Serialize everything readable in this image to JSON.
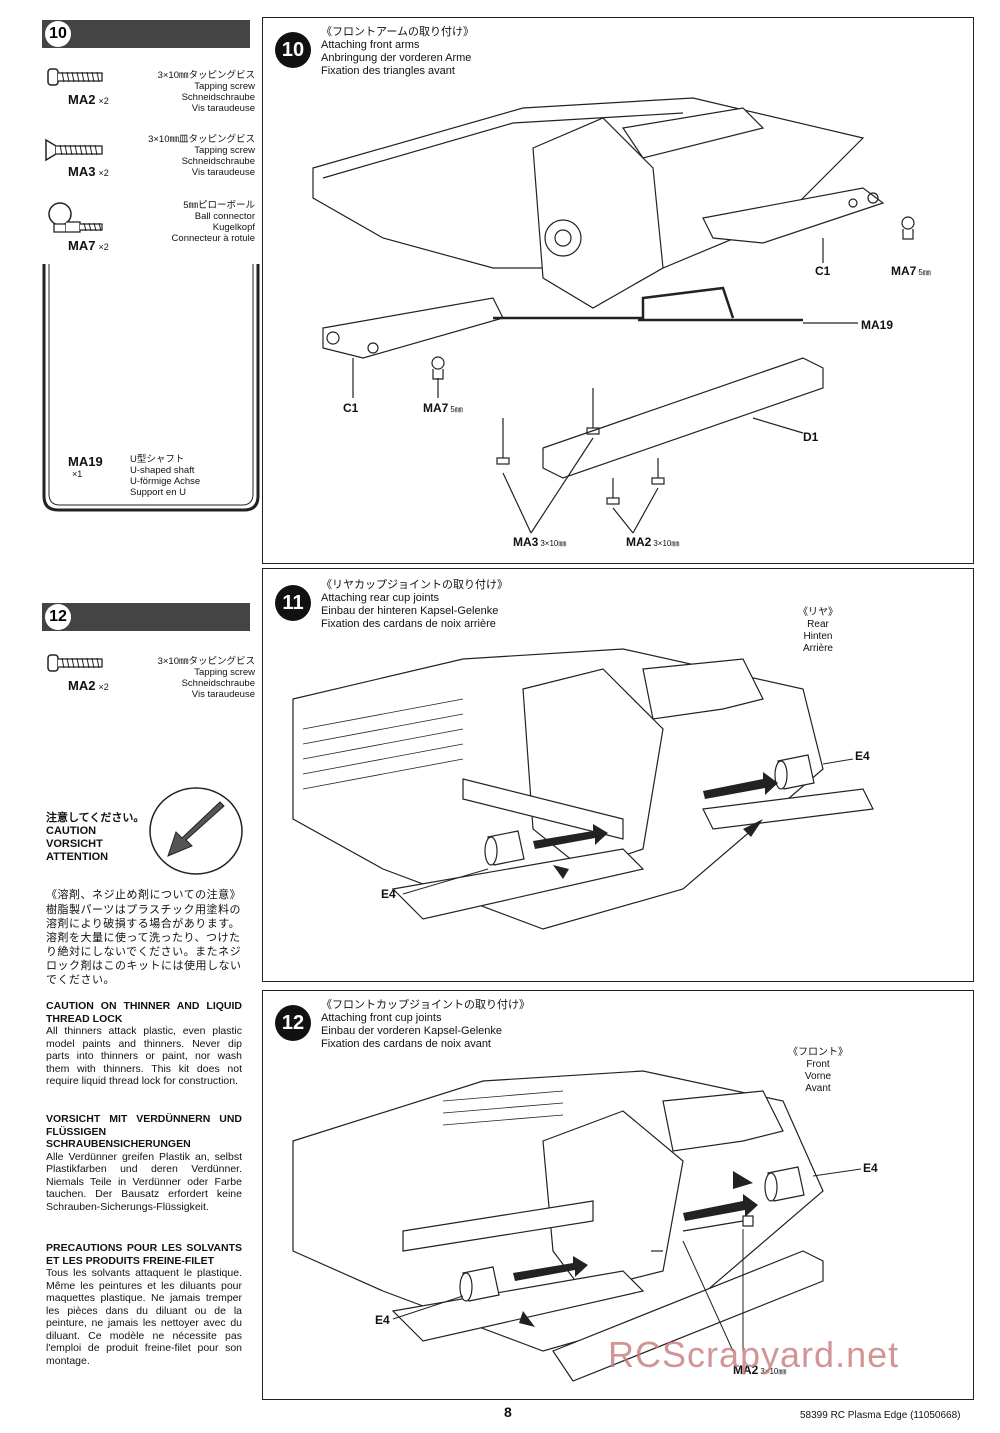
{
  "steps": {
    "s10": {
      "num": "10"
    },
    "s12": {
      "num": "12"
    }
  },
  "bag10": {
    "ma2": {
      "code": "MA2",
      "qty": "×2",
      "desc": [
        "3×10㎜タッピングビス",
        "Tapping screw",
        "Schneidschraube",
        "Vis taraudeuse"
      ]
    },
    "ma3": {
      "code": "MA3",
      "qty": "×2",
      "desc": [
        "3×10㎜皿タッピングビス",
        "Tapping screw",
        "Schneidschraube",
        "Vis taraudeuse"
      ]
    },
    "ma7": {
      "code": "MA7",
      "qty": "×2",
      "desc": [
        "5㎜ピローボール",
        "Ball connector",
        "Kugelkopf",
        "Connecteur à rotule"
      ]
    },
    "ma19": {
      "code": "MA19",
      "qty": "×1",
      "desc": [
        "U型シャフト",
        "U-shaped shaft",
        "U-förmige Achse",
        "Support en U"
      ]
    }
  },
  "bag12": {
    "ma2": {
      "code": "MA2",
      "qty": "×2",
      "desc": [
        "3×10㎜タッピングビス",
        "Tapping screw",
        "Schneidschraube",
        "Vis taraudeuse"
      ]
    }
  },
  "caution": {
    "header_jp": "注意してください。",
    "header_en": "CAUTION",
    "header_de": "VORSICHT",
    "header_fr": "ATTENTION",
    "jp_title": "《溶剤、ネジ止め剤についての注意》",
    "jp_body": "樹脂製パーツはプラスチック用塗料の溶剤により破損する場合があります。溶剤を大量に使って洗ったり、つけたり絶対にしないでください。またネジロック剤はこのキットには使用しないでください。",
    "en_title": "CAUTION ON THINNER AND LIQUID THREAD LOCK",
    "en_body": "All thinners attack plastic, even plastic model paints and thinners. Never dip parts into thinners or paint, nor wash them with thinners. This kit does not require liquid thread lock for construction.",
    "de_title": "VORSICHT MIT VERDÜNNERN UND FLÜSSIGEN SCHRAUBENSICHERUNGEN",
    "de_body": "Alle Verdünner greifen Plastik an, selbst Plastikfarben und deren Verdünner. Niemals Teile in Verdünner oder Farbe tauchen. Der Bausatz erfordert keine Schrauben-Sicherungs-Flüssigkeit.",
    "fr_title": "PRECAUTIONS POUR LES SOLVANTS ET LES PRODUITS FREINE-FILET",
    "fr_body": "Tous les solvants attaquent le plastique. Même les peintures et les diluants pour maquettes plastique. Ne jamais tremper les pièces dans du diluant ou de la peinture, ne jamais les nettoyer avec du diluant. Ce modèle ne nécessite pas l'emploi de produit freine-filet pour son montage."
  },
  "panel10": {
    "num": "10",
    "title": [
      "《フロントアームの取り付け》",
      "Attaching front arms",
      "Anbringung der vorderen Arme",
      "Fixation des triangles avant"
    ],
    "labels": {
      "c1_right": "C1",
      "ma7_right": "MA7",
      "ma7_right_size": "5㎜",
      "ma19": "MA19",
      "c1_left": "C1",
      "ma7_left": "MA7",
      "ma7_left_size": "5㎜",
      "d1": "D1",
      "ma3": "MA3",
      "ma3_size": "3×10㎜",
      "ma2": "MA2",
      "ma2_size": "3×10㎜"
    }
  },
  "panel11": {
    "num": "11",
    "title": [
      "《リヤカップジョイントの取り付け》",
      "Attaching rear cup joints",
      "Einbau der hinteren Kapsel-Gelenke",
      "Fixation des cardans de noix arrière"
    ],
    "direction": [
      "《リヤ》",
      "Rear",
      "Hinten",
      "Arrière"
    ],
    "labels": {
      "e4_right": "E4",
      "e4_left": "E4"
    }
  },
  "panel12": {
    "num": "12",
    "title": [
      "《フロントカップジョイントの取り付け》",
      "Attaching front cup joints",
      "Einbau der vorderen Kapsel-Gelenke",
      "Fixation des cardans de noix avant"
    ],
    "direction": [
      "《フロント》",
      "Front",
      "Vorne",
      "Avant"
    ],
    "labels": {
      "e4_right": "E4",
      "e4_left": "E4",
      "ma2": "MA2",
      "ma2_size": "3×10㎜"
    }
  },
  "footer": {
    "page": "8",
    "doc": "58399 RC Plasma Edge (11050668)"
  },
  "watermark": "RCScrapyard.net"
}
